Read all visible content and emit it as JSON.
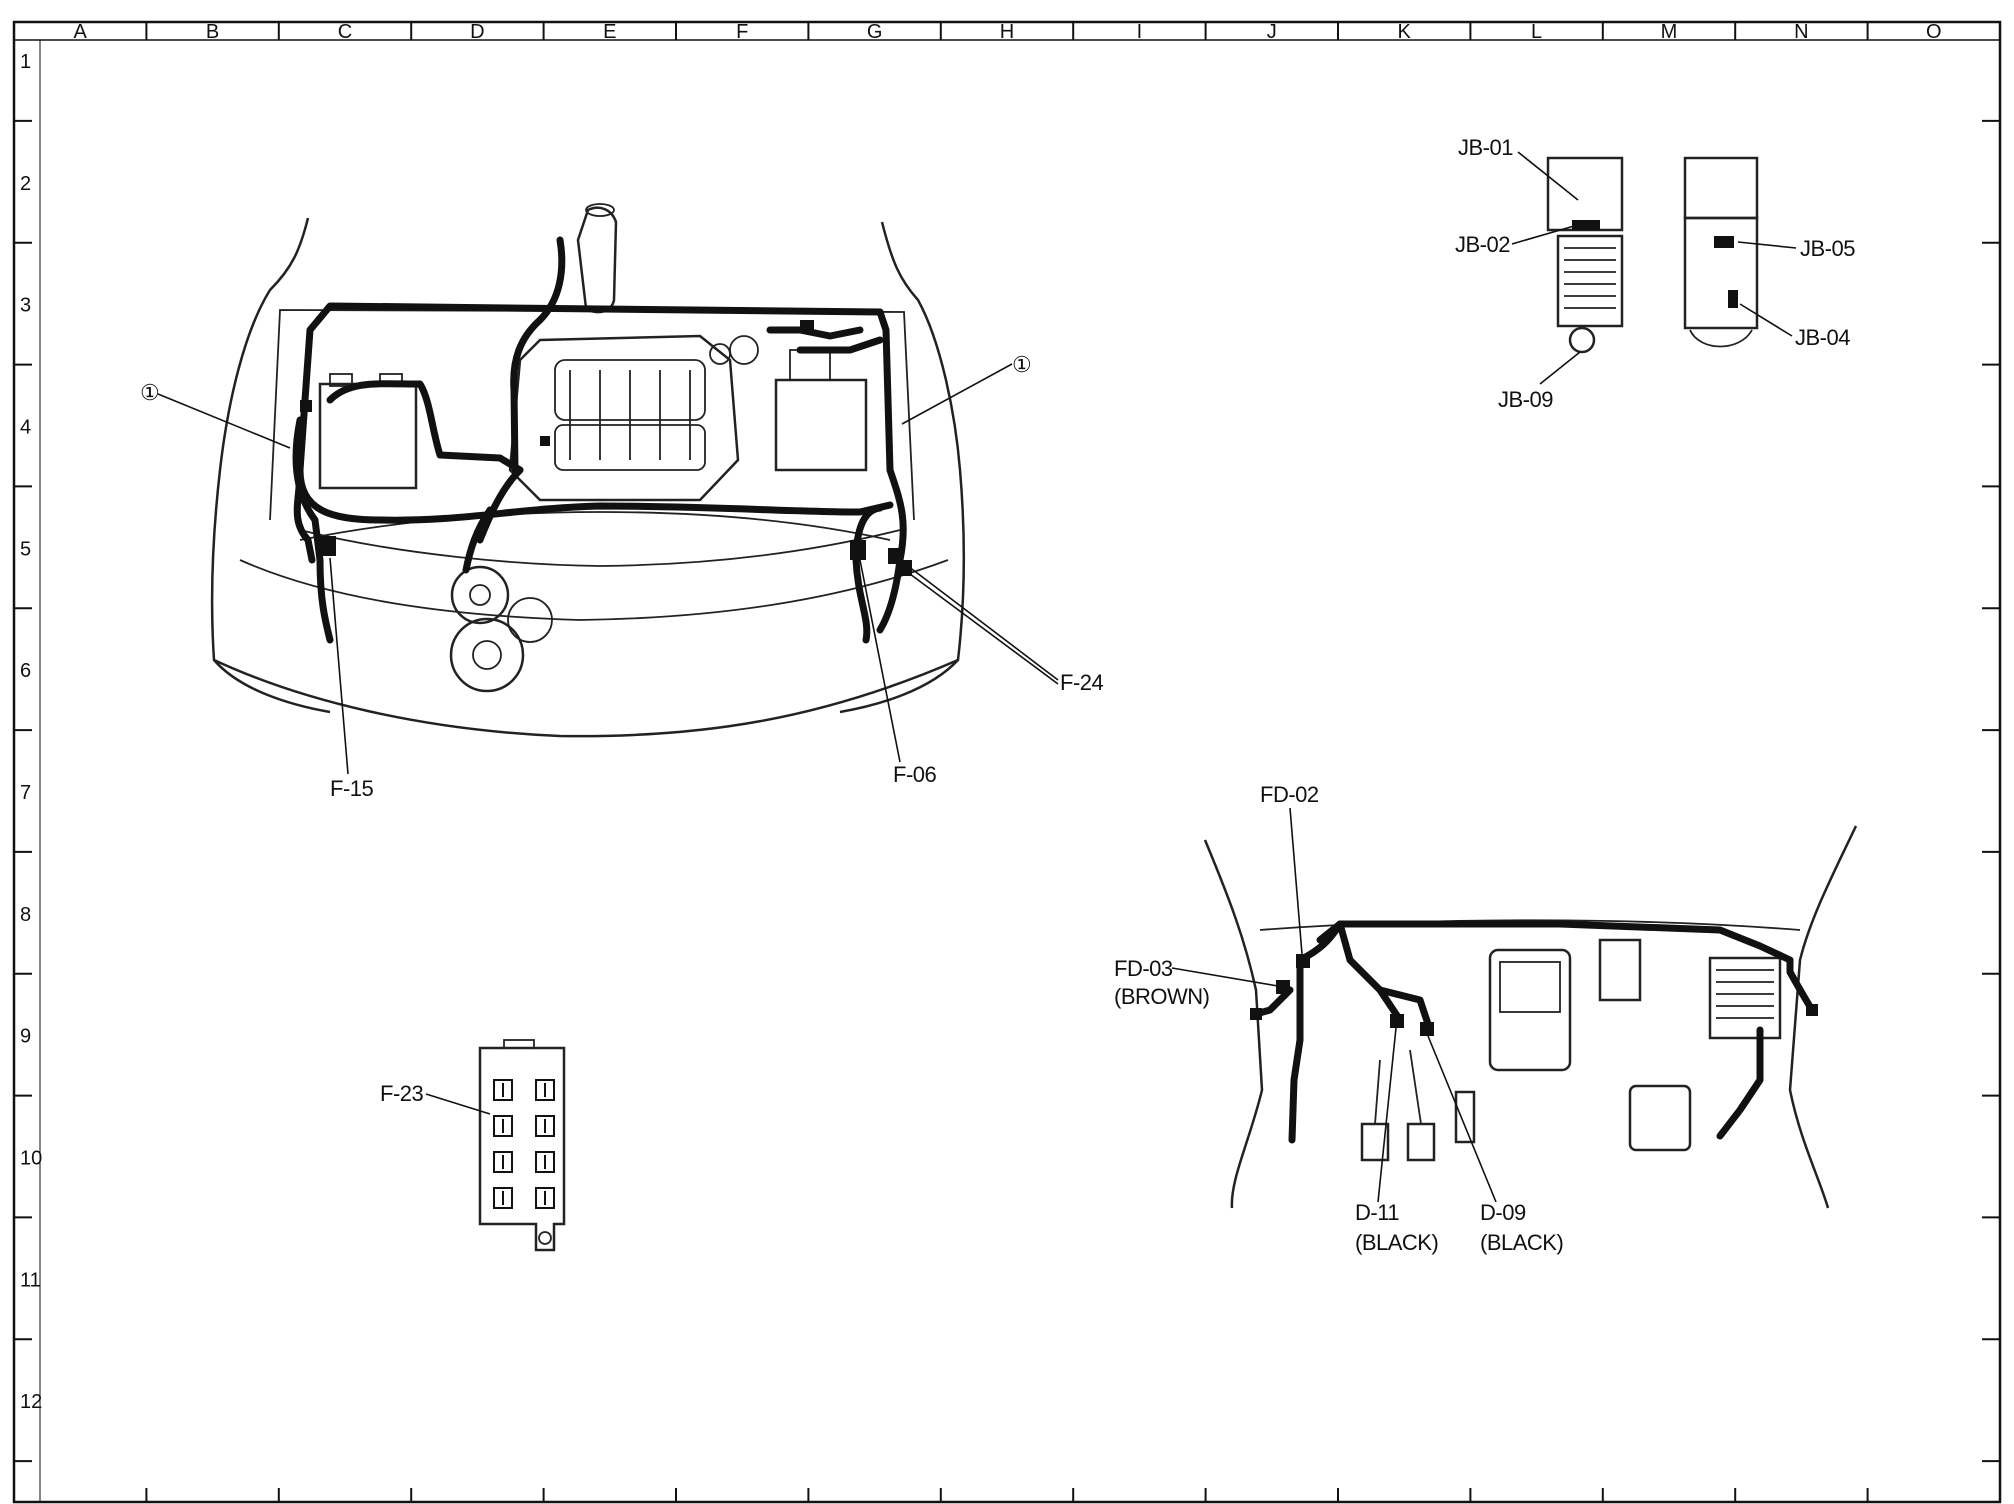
{
  "grid": {
    "columns": [
      "A",
      "B",
      "C",
      "D",
      "E",
      "F",
      "G",
      "H",
      "I",
      "J",
      "K",
      "L",
      "M",
      "N",
      "O"
    ],
    "rows": [
      "1",
      "2",
      "3",
      "4",
      "5",
      "6",
      "7",
      "8",
      "9",
      "10",
      "11",
      "12"
    ]
  },
  "engine_bay": {
    "callout_symbol": "①",
    "labels": {
      "f15": "F-15",
      "f06": "F-06",
      "f24": "F-24"
    }
  },
  "junction_box": {
    "labels": {
      "jb01": "JB-01",
      "jb02": "JB-02",
      "jb05": "JB-05",
      "jb04": "JB-04",
      "jb09": "JB-09"
    }
  },
  "relay_block": {
    "labels": {
      "f23": "F-23"
    }
  },
  "dashboard": {
    "labels": {
      "fd02": "FD-02",
      "fd03": "FD-03",
      "fd03_color": "(BROWN)",
      "d11": "D-11",
      "d11_color": "(BLACK)",
      "d09": "D-09",
      "d09_color": "(BLACK)"
    }
  }
}
